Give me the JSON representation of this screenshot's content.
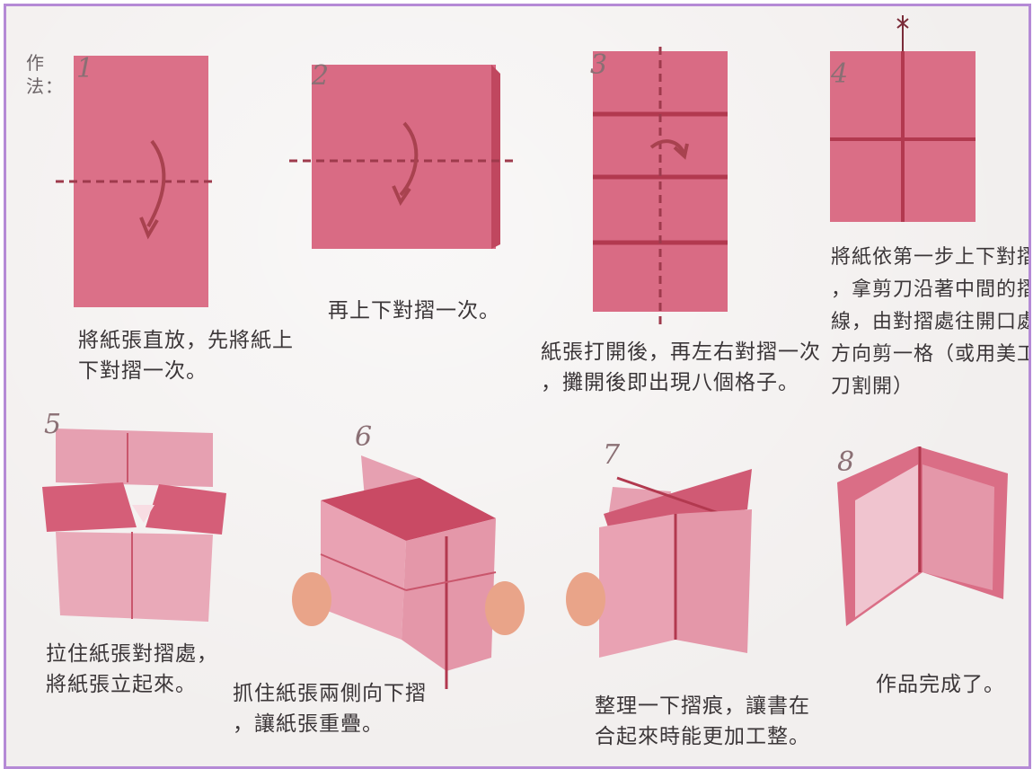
{
  "label_side": "作法：",
  "colors": {
    "paper": "#d8657e",
    "paper_light": "#e9a2b3",
    "paper_pale": "#f0c4cf",
    "line": "#b2394f",
    "hand": "#e9a489",
    "frame": "#b58ad6"
  },
  "steps": [
    {
      "num": "1",
      "text": "將紙張直放，先將紙上\n下對摺一次。"
    },
    {
      "num": "2",
      "text": "再上下對摺一次。"
    },
    {
      "num": "3",
      "text": "紙張打開後，再左右對摺一次\n，攤開後即出現八個格子。"
    },
    {
      "num": "4",
      "text": "將紙依第一步上下對摺\n，拿剪刀沿著中間的摺\n線，由對摺處往開口處\n方向剪一格（或用美工\n刀割開）"
    },
    {
      "num": "5",
      "text": "拉住紙張對摺處，\n將紙張立起來。"
    },
    {
      "num": "6",
      "text": "抓住紙張兩側向下摺\n，讓紙張重疊。"
    },
    {
      "num": "7",
      "text": "整理一下摺痕，讓書在\n合起來時能更加工整。"
    },
    {
      "num": "8",
      "text": "作品完成了。"
    }
  ]
}
